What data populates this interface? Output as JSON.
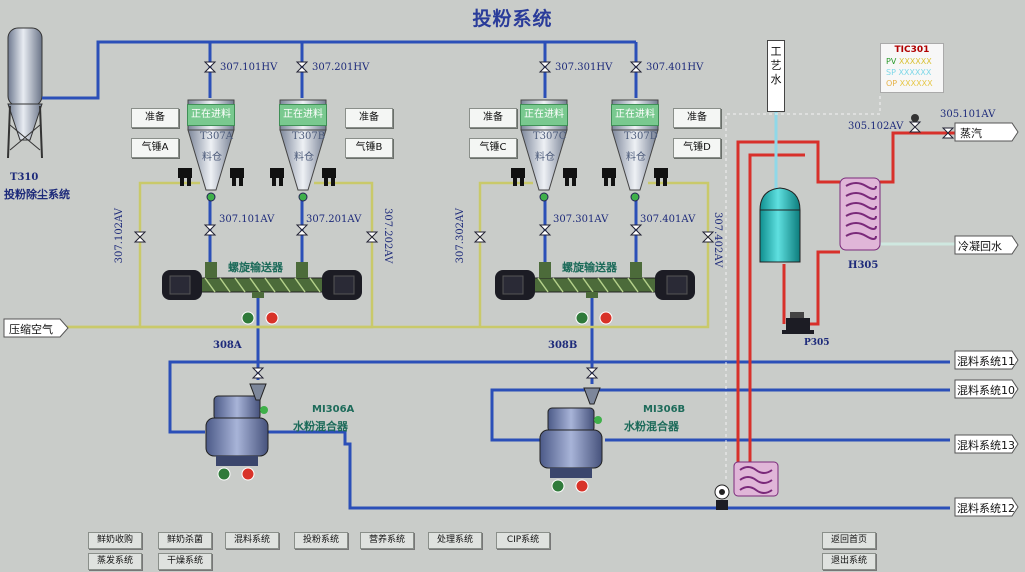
{
  "header": {
    "title": "投粉系统"
  },
  "left_tank": {
    "tag": "T310",
    "label": "投粉除尘系统"
  },
  "valves_top": {
    "v307_101hv": "307.101HV",
    "v307_201hv": "307.201HV",
    "v307_301hv": "307.301HV",
    "v307_401hv": "307.401HV"
  },
  "valves_mid": {
    "v307_101av": "307.101AV",
    "v307_201av": "307.201AV",
    "v307_301av": "307.301AV",
    "v307_401av": "307.401AV"
  },
  "valves_side": {
    "v307_102av": "307.102AV",
    "v307_202av": "307.202AV",
    "v307_302av": "307.302AV",
    "v307_402av": "307.402AV"
  },
  "hoppers": [
    {
      "id": "T307A",
      "state": "正在进料",
      "text": "料仓"
    },
    {
      "id": "T307B",
      "state": "正在进料",
      "text": "料仓"
    },
    {
      "id": "T307C",
      "state": "正在进料",
      "text": "料仓"
    },
    {
      "id": "T307D",
      "state": "正在进料",
      "text": "料仓"
    }
  ],
  "buttons": {
    "ready_a": "准备",
    "ready_b": "准备",
    "ready_c": "准备",
    "ready_d": "准备",
    "hammer_a": "气锤A",
    "hammer_b": "气锤B",
    "hammer_c": "气锤C",
    "hammer_d": "气锤D"
  },
  "conveyors": {
    "left": "螺旋输送器",
    "right": "螺旋输送器"
  },
  "line_labels": {
    "l308a": "308A",
    "l308b": "308B"
  },
  "mixers": [
    {
      "id": "MI306A",
      "name": "水粉混合器"
    },
    {
      "id": "MI306B",
      "name": "水粉混合器"
    }
  ],
  "utilities": {
    "compressed_air": "压缩空气",
    "process_water": "工艺水",
    "steam": "蒸汽",
    "condensate_return": "冷凝回水",
    "mix_11": "混料系统11",
    "mix_10": "混料系统10",
    "mix_13": "混料系统13",
    "mix_12": "混料系统12"
  },
  "heat_exchanger": {
    "id": "H305",
    "v305_102av": "305.102AV",
    "v305_101av": "305.101AV"
  },
  "pump": {
    "id": "P305"
  },
  "tic": {
    "title": "TIC301",
    "pv_label": "PV",
    "sp_label": "SP",
    "op_label": "OP",
    "pv": "XXXXXX",
    "sp": "XXXXXX",
    "op": "XXXXXX"
  },
  "nav": {
    "b1": "鲜奶收购",
    "b2": "鲜奶杀菌",
    "b3": "混料系统",
    "b4": "投粉系统",
    "b5": "营养系统",
    "b6": "处理系统",
    "b7": "CIP系统",
    "b8": "蒸发系统",
    "b9": "干燥系统",
    "b10": "返回首页",
    "b11": "退出系统"
  },
  "colors": {
    "blue_pipe": "#2b4fb8",
    "yellow_pipe": "#c9c96a",
    "red_pipe": "#d8302a",
    "cyan_pipe": "#8fd8e8",
    "hopper_green": "#7fd49a"
  }
}
